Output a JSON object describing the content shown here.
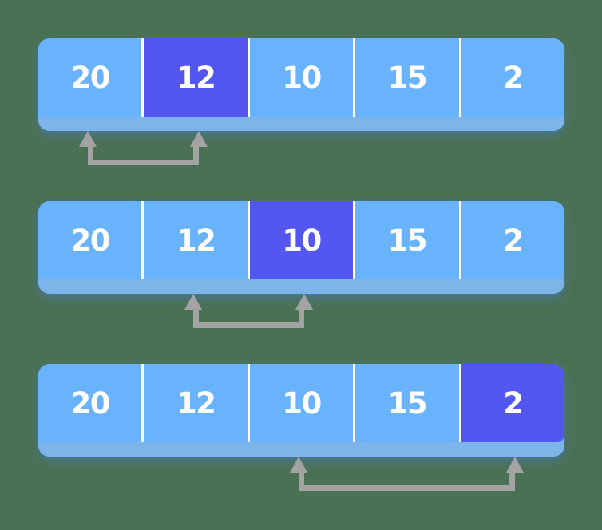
{
  "diagram": {
    "name": "selection-sort-comparison-steps",
    "array_length": 5,
    "steps": [
      {
        "values": [
          "20",
          "12",
          "10",
          "15",
          "2"
        ],
        "highlight_index": 1,
        "compare_from_index": 0,
        "compare_to_index": 1
      },
      {
        "values": [
          "20",
          "12",
          "10",
          "15",
          "2"
        ],
        "highlight_index": 2,
        "compare_from_index": 1,
        "compare_to_index": 2
      },
      {
        "values": [
          "20",
          "12",
          "10",
          "15",
          "2"
        ],
        "highlight_index": 4,
        "compare_from_index": 2,
        "compare_to_index": 4
      }
    ]
  },
  "colors": {
    "background": "#4b7154",
    "cell_blue": "#69b3fc",
    "cell_highlight_purple": "#5456f0",
    "bar_base_strip_blue": "#7db4ea",
    "divider_white": "#ffffff",
    "value_text_white": "#ffffff",
    "arrow_gray": "#a3a3a3"
  }
}
